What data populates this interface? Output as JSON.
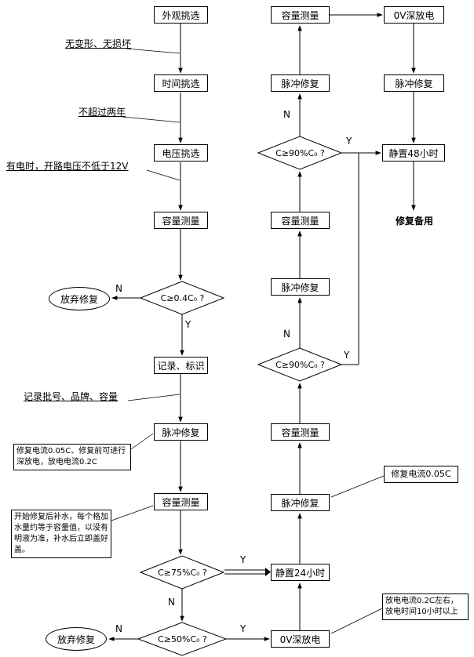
{
  "nodes": {
    "appearance_select": "外观挑选",
    "time_select": "时间挑选",
    "voltage_select": "电压挑选",
    "capacity_measure": "容量测量",
    "record_mark": "记录、标识",
    "pulse_repair": "脉冲修复",
    "rest_24h": "静置24小时",
    "rest_48h": "静置48小时",
    "deep_discharge_0v": "0V深放电",
    "repaired_standby": "修复备用",
    "abandon_repair": "放弃修复"
  },
  "decisions": {
    "c_04": "C≥0.4C₀ ?",
    "c_75": "C≥75%C₀ ?",
    "c_50": "C≥50%C₀ ?",
    "c_90": "C≥90%C₀ ?"
  },
  "branch_labels": {
    "yes": "Y",
    "no": "N"
  },
  "annotations": {
    "no_deformation": "无变形、无损坏",
    "within_two_years": "不超过两年",
    "open_circuit_voltage": "有电时，开路电压不低于12V",
    "record_info": "记录批号、品牌、容量",
    "repair_current_note": "修复电流0.05C、修复前可进行深放电，放电电流0.2C",
    "water_refill_note": "开始修复后补水，每个格加水量约等于容量值，以没有明液为准，补水后立即盖好盖。",
    "repair_current_005c": "修复电流0.05C",
    "deep_discharge_note": "放电电流0.2C左右，放电时间10小时以上"
  },
  "colors": {
    "line": "#000000",
    "background": "#ffffff"
  }
}
